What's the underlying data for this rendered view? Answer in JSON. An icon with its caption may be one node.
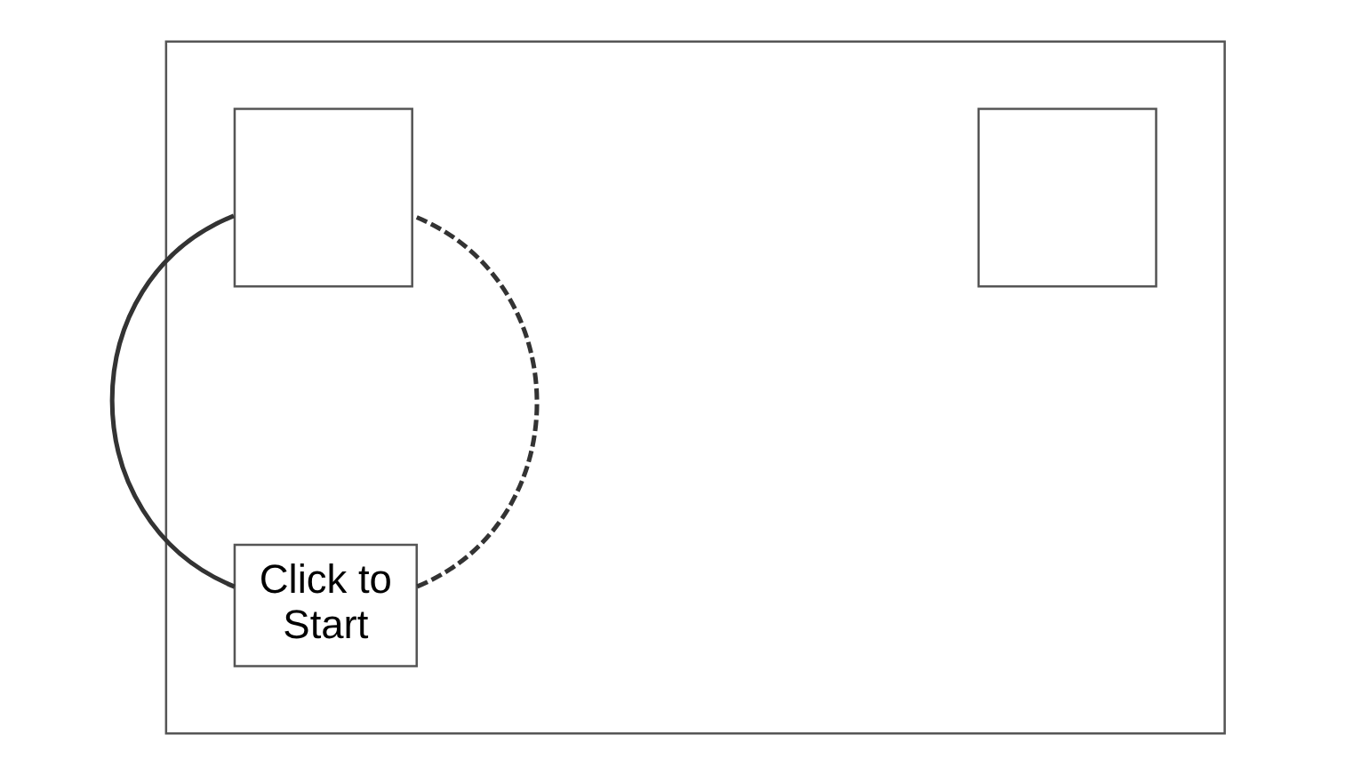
{
  "diagram": {
    "nodes": [
      {
        "text": [],
        "shape": "box"
      },
      {
        "text": [],
        "shape": "box",
        "in": 0
      },
      {
        "text": [],
        "shape": "box",
        "in": 0
      },
      {
        "text": [
          "Click to Start"
        ],
        "in": 0
      }
    ],
    "edges": [
      {
        "from": 3,
        "to": 1,
        "arrow": "none"
      },
      {
        "from": 3,
        "to": 1,
        "arrow": "none",
        "style": "dashed"
      }
    ]
  }
}
